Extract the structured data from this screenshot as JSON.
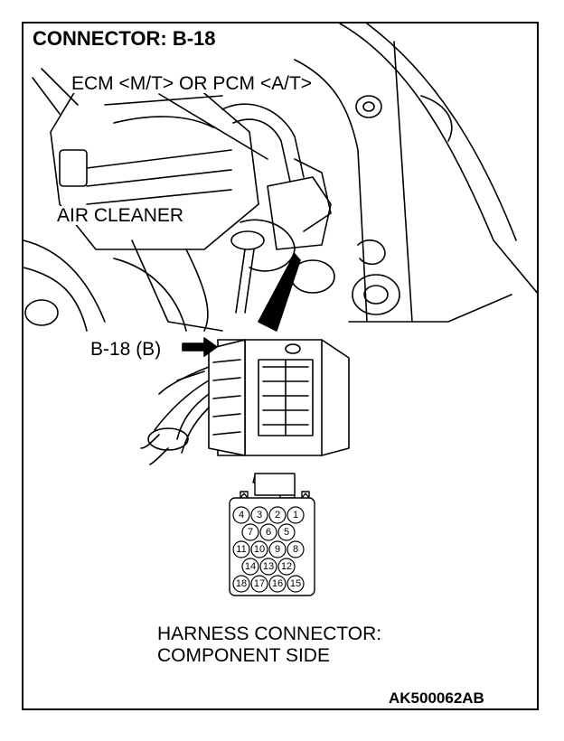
{
  "title": "CONNECTOR: B-18",
  "labels": {
    "ecm_pcm": "ECM <M/T> OR PCM <A/T>",
    "air_cleaner": "AIR CLEANER",
    "connector_ref": "B-18 (B)",
    "harness_line1": "HARNESS CONNECTOR:",
    "harness_line2": "COMPONENT SIDE",
    "figure_code": "AK500062AB"
  },
  "pins": {
    "row1": [
      "4",
      "3",
      "2",
      "1"
    ],
    "row2": [
      "7",
      "6",
      "5"
    ],
    "row3": [
      "11",
      "10",
      "9",
      "8"
    ],
    "row4": [
      "14",
      "13",
      "12"
    ],
    "row5": [
      "18",
      "17",
      "16",
      "15"
    ]
  }
}
